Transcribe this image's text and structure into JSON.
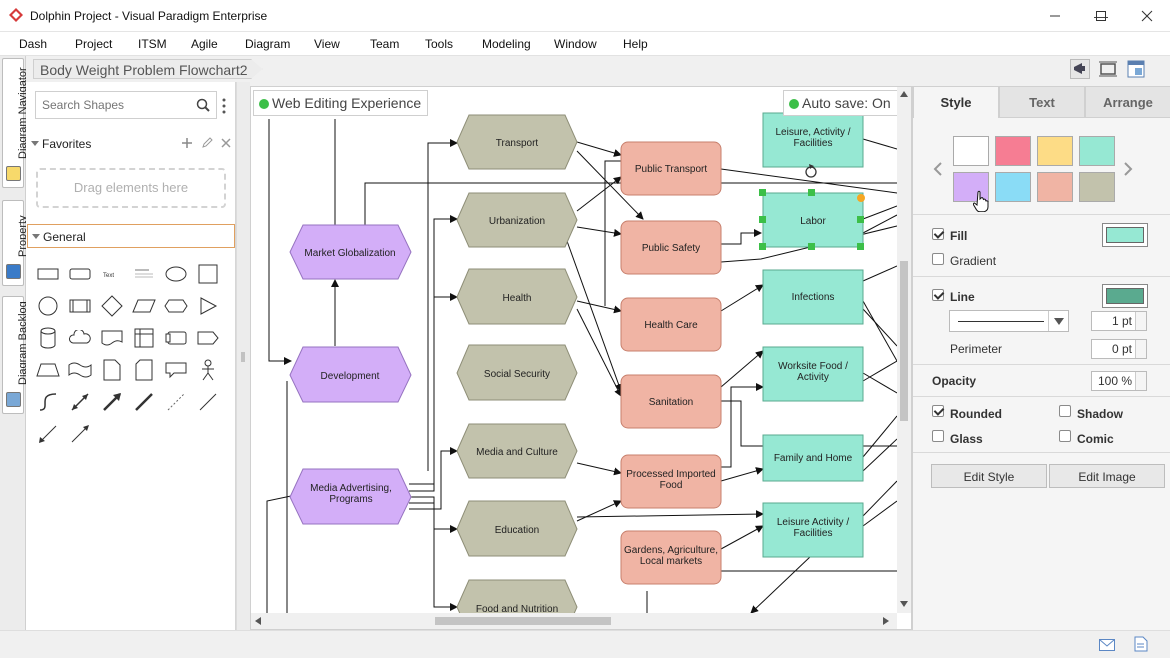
{
  "window": {
    "title": "Dolphin Project - Visual Paradigm Enterprise",
    "minimize": "—",
    "maximize": "☐",
    "close": "✕"
  },
  "menu": [
    "Dash",
    "Project",
    "ITSM",
    "Agile",
    "Diagram",
    "View",
    "Team",
    "Tools",
    "Modeling",
    "Window",
    "Help"
  ],
  "side_tabs": [
    "Diagram Navigator",
    "Property",
    "Diagram Backlog"
  ],
  "breadcrumb": "Body Weight Problem Flowchart2",
  "shapes_panel": {
    "search_placeholder": "Search Shapes",
    "favorites_label": "Favorites",
    "drop_hint": "Drag elements here",
    "general_label": "General"
  },
  "canvas": {
    "web_editing": "Web Editing Experience",
    "auto_save": "Auto save: On"
  },
  "diagram": {
    "nodes": {
      "market_globalization": "Market Globalization",
      "development": "Development",
      "media_advertising": "Media Advertising, Programs",
      "transport": "Transport",
      "urbanization": "Urbanization",
      "health": "Health",
      "social_security": "Social Security",
      "media_culture": "Media and Culture",
      "education": "Education",
      "food_nutrition": "Food and Nutrition",
      "public_transport": "Public Transport",
      "public_safety": "Public Safety",
      "health_care": "Health Care",
      "sanitation": "Sanitation",
      "processed_food": "Processed Imported Food",
      "gardens": "Gardens, Agriculture, Local markets",
      "leisure_top": "Leisure, Activity / Facilities",
      "labor": "Labor",
      "infections": "Infections",
      "worksite_food": "Worksite Food / Activity",
      "family_home": "Family and Home",
      "leisure_bottom": "Leisure Activity / Facilities"
    }
  },
  "style_panel": {
    "tabs": [
      "Style",
      "Text",
      "Arrange"
    ],
    "swatches": [
      "#ffffff",
      "#f67d93",
      "#fddc86",
      "#96e8d3",
      "#d3aef8",
      "#8adcf6",
      "#f0b4a4",
      "#c2c2ac"
    ],
    "fill_label": "Fill",
    "fill_color": "#96e8d3",
    "fill_checked": true,
    "gradient_label": "Gradient",
    "line_label": "Line",
    "line_color": "#5aaa8f",
    "line_checked": true,
    "line_width": "1 pt",
    "perimeter_label": "Perimeter",
    "perimeter_value": "0 pt",
    "opacity_label": "Opacity",
    "opacity_value": "100 %",
    "rounded_label": "Rounded",
    "shadow_label": "Shadow",
    "glass_label": "Glass",
    "comic_label": "Comic",
    "edit_style": "Edit Style",
    "edit_image": "Edit Image"
  }
}
